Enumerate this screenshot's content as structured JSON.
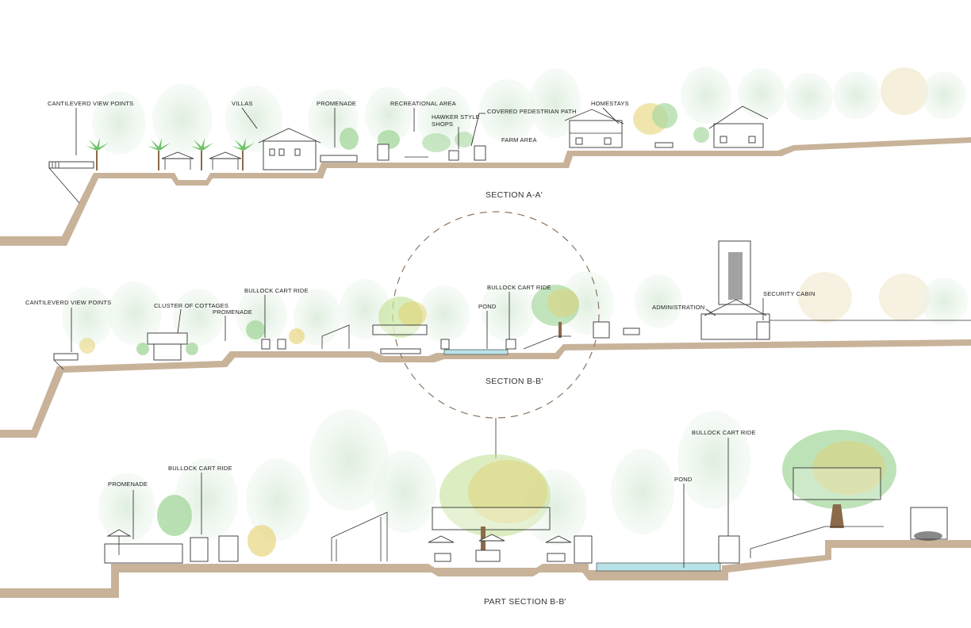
{
  "section_a": {
    "title": "SECTION A-A'",
    "labels": {
      "cantilever": "CANTILEVERD VIEW POINTS",
      "villas": "VILLAS",
      "promenade": "PROMENADE",
      "recreational": "RECREATIONAL AREA",
      "hawker_1": "HAWKER STYLE",
      "hawker_2": "SHOPS",
      "covered_path": "COVERED PEDESTRIAN PATH",
      "homestays": "HOMESTAYS",
      "farm": "FARM AREA"
    }
  },
  "section_b": {
    "title": "SECTION B-B'",
    "labels": {
      "cantilever": "CANTILEVERD VIEW POINTS",
      "cottages": "CLUSTER OF COTTAGES",
      "promenade": "PROMENADE",
      "bullock_1": "BULLOCK CART RIDE",
      "bullock_2": "BULLOCK CART RIDE",
      "pond": "POND",
      "administration": "ADMINISTRATION",
      "security": "SECURITY CABIN"
    }
  },
  "part_section_b": {
    "title": "PART SECTION B-B'",
    "labels": {
      "promenade": "PROMENADE",
      "bullock_1": "BULLOCK CART RIDE",
      "pond": "POND",
      "bullock_2": "BULLOCK CART RIDE"
    }
  },
  "colors": {
    "ground": "#c8b39a",
    "tree_light": "#d6ead6",
    "tree_green": "#a8d8a0",
    "tree_yellow": "#e4cf6a",
    "palm": "#6fc26a",
    "water": "#b8e3e6",
    "trunk": "#8a6a4a"
  }
}
